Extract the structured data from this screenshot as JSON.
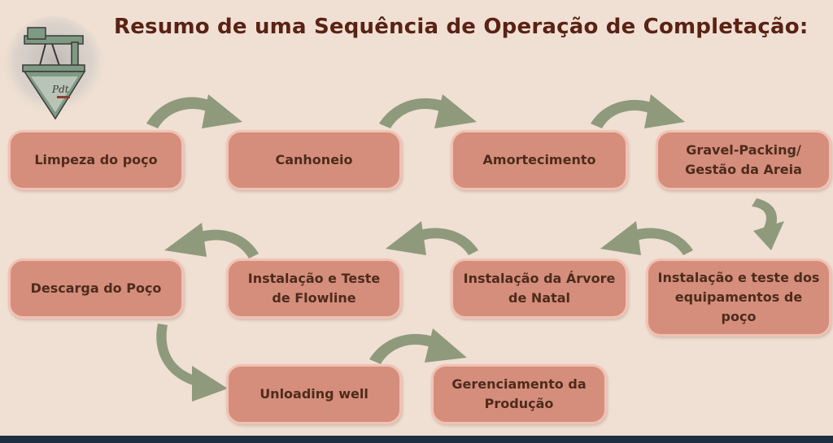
{
  "title": "Resumo de uma Sequência de Operação de Completação:",
  "logo_signature": "Pdt",
  "steps": [
    {
      "id": "limpeza",
      "label": "Limpeza do poço"
    },
    {
      "id": "canhoneio",
      "label": "Canhoneio"
    },
    {
      "id": "amortecimento",
      "label": "Amortecimento"
    },
    {
      "id": "gravel",
      "label": "Gravel-Packing/ Gestão da Areia"
    },
    {
      "id": "instalacao-equipamentos",
      "label": "Instalação e teste dos equipamentos de poço"
    },
    {
      "id": "arvore-natal",
      "label": "Instalação da Árvore de Natal"
    },
    {
      "id": "flowline",
      "label": "Instalação e Teste de Flowline"
    },
    {
      "id": "descarga",
      "label": "Descarga do Poço"
    },
    {
      "id": "unloading",
      "label": "Unloading well"
    },
    {
      "id": "gerenciamento",
      "label": "Gerenciamento da Produção"
    }
  ],
  "colors": {
    "background": "#efe0d3",
    "box_fill": "#d48e7b",
    "box_border": "#f3c1b4",
    "arrow": "#8f9a7c",
    "title": "#5a2214",
    "box_text": "#4e2b1c"
  }
}
